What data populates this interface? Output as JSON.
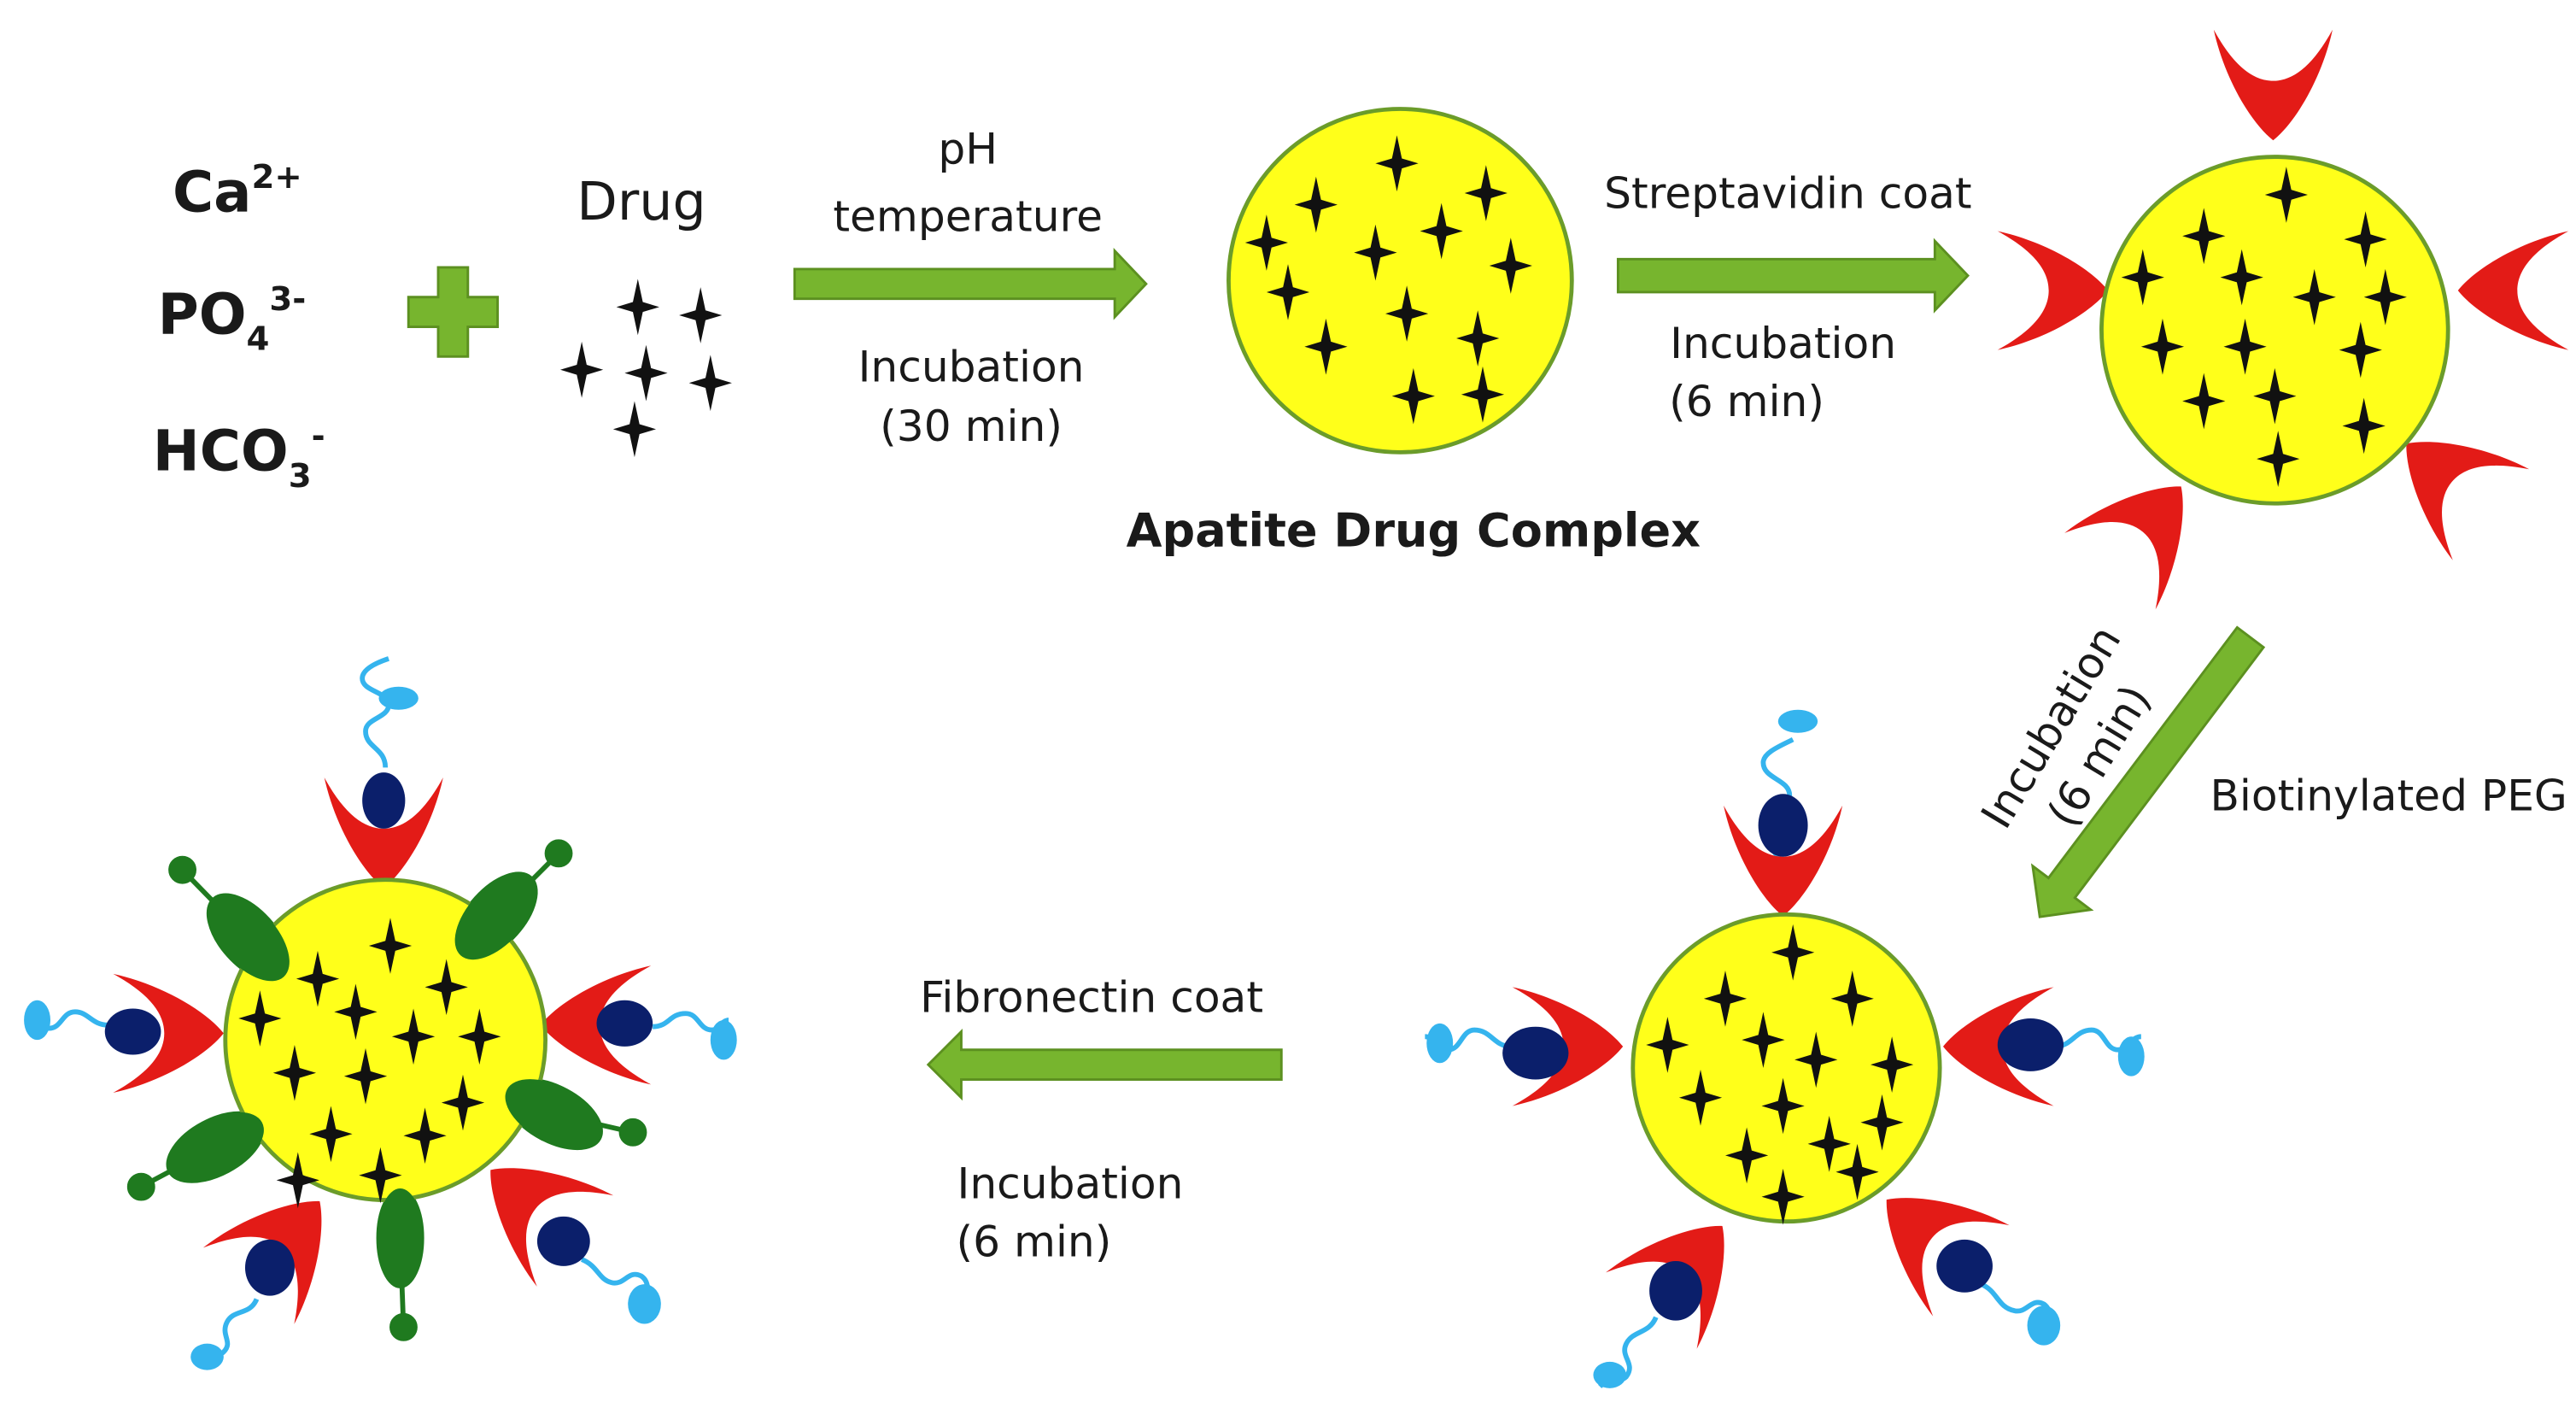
{
  "reagents": {
    "calcium": {
      "base": "Ca",
      "sup": "2+"
    },
    "phosphate": {
      "base": "PO",
      "sub": "4",
      "sup": "3-"
    },
    "bicarbonate": {
      "base": "HCO",
      "sub": "3",
      "sup": "-"
    }
  },
  "drug_label": "Drug",
  "steps": {
    "step1": {
      "line1": "pH",
      "line2": "temperature",
      "line3": "Incubation",
      "line4": "(30 min)"
    },
    "step2": {
      "line1": "Streptavidin coat",
      "line2": "Incubation",
      "line3": "(6 min)"
    },
    "step3": {
      "line1": "Incubation",
      "line2": "(6 min)",
      "side": "Biotinylated PEG"
    },
    "step4": {
      "line1": "Fibronectin coat",
      "line2": "Incubation",
      "line3": "(6 min)"
    }
  },
  "complex_label": "Apatite Drug Complex",
  "colors": {
    "arrow": "#77b52e",
    "arrow_edge": "#5c9020",
    "plus": "#77b52e",
    "particle_fill": "#ffff1a",
    "particle_edge": "#6b9c2a",
    "drug_star": "#111111",
    "streptavidin": "#e31b17",
    "biotin": "#0b1f6b",
    "peg": "#35b4ee",
    "fibronectin": "#1f7a1f"
  },
  "icons": [
    "plus-icon",
    "drug-star-icon",
    "process-arrow-icon",
    "streptavidin-cup-icon",
    "biotin-dot-icon",
    "peg-chain-icon",
    "fibronectin-ligand-icon"
  ]
}
